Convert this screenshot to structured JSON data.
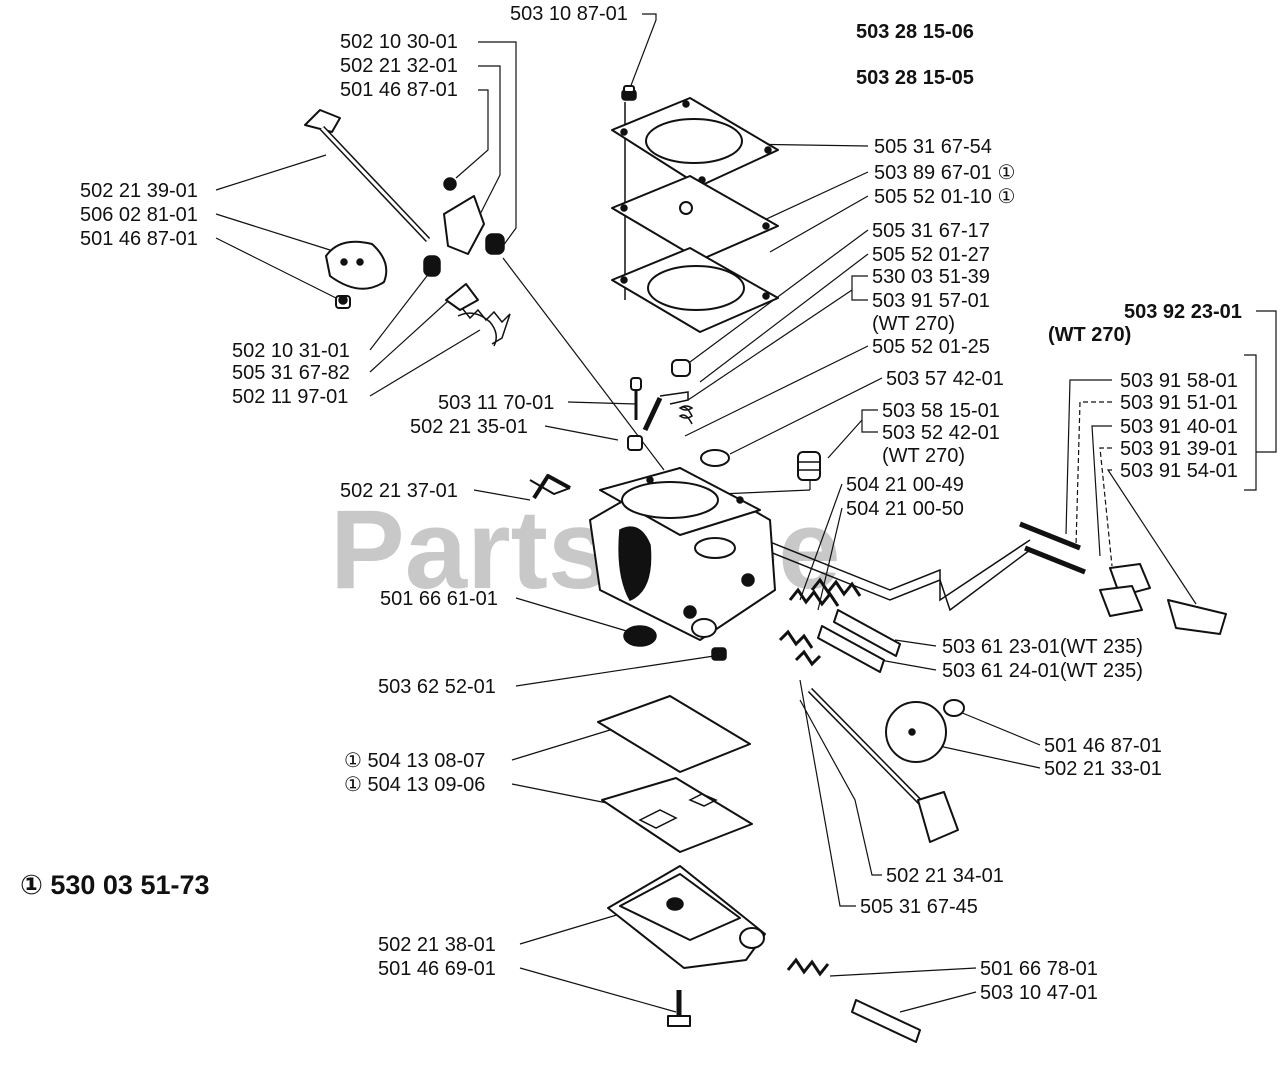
{
  "colors": {
    "ink": "#111111",
    "watermark": "#c8c8c8",
    "background": "#ffffff"
  },
  "watermark_text": "PartsTree",
  "kit_number": "① 530 03 51-73",
  "kits": [
    "503 28 15-06",
    "503 28 15-05"
  ],
  "group_header": {
    "number": "503 92 23-01",
    "note": "(WT 270)"
  },
  "labels": [
    "503 10 87-01",
    "502 10 30-01",
    "502 21 32-01",
    "501 46 87-01",
    "502 21 39-01",
    "506 02 81-01",
    "501 46 87-01",
    "502 10 31-01",
    "505 31 67-82",
    "502 11 97-01",
    "505 31 67-54",
    "503 89 67-01 ①",
    "505 52 01-10 ①",
    "505 31 67-17",
    "505 52 01-27",
    "530 03 51-39",
    "503 91 57-01",
    "(WT 270)",
    "505 52 01-25",
    "503 57 42-01",
    "503 11 70-01",
    "502 21 35-01",
    "503 58 15-01",
    "503 52 42-01",
    "(WT 270)",
    "502 21 37-01",
    "504 21 00-49",
    "504 21 00-50",
    "503 91 58-01",
    "503 91 51-01",
    "503 91 40-01",
    "503 91 39-01",
    "503 91 54-01",
    "501 66 61-01",
    "503 61 23-01(WT 235)",
    "503 61 24-01(WT 235)",
    "503 62 52-01",
    "501 46 87-01",
    "502 21 33-01",
    "① 504 13 08-07",
    "① 504 13 09-06",
    "502 21 34-01",
    "505 31 67-45",
    "502 21 38-01",
    "501 46 69-01",
    "501 66 78-01",
    "503 10 47-01"
  ]
}
